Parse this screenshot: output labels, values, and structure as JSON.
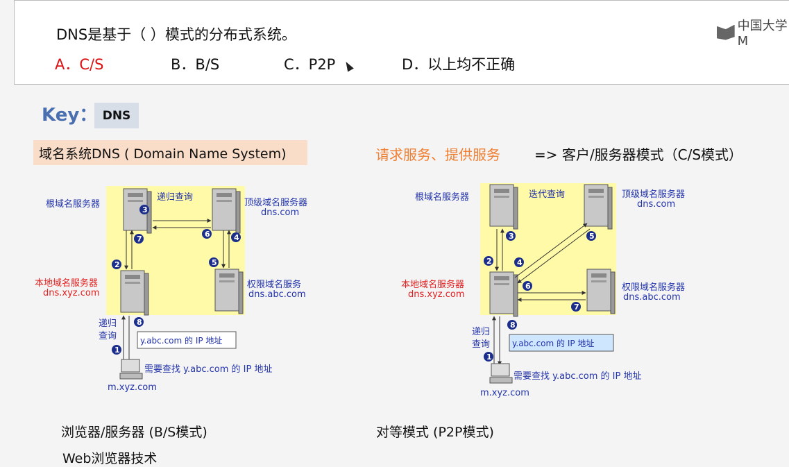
{
  "question": {
    "text": "DNS是基于（      ）模式的分布式系统。",
    "options": [
      {
        "label": "A．C/S",
        "correct": true
      },
      {
        "label": "B．B/S",
        "correct": false
      },
      {
        "label": "C．P2P",
        "correct": false
      },
      {
        "label": "D．以上均不正确",
        "correct": false
      }
    ]
  },
  "logo_text": "中国大学M",
  "key": {
    "label": "Key：",
    "value": "DNS"
  },
  "dns_title": "域名系统DNS ( Domain Name System)",
  "request": {
    "highlight": "请求服务、提供服务",
    "rest": "=> 客户/服务器模式（C/S模式）"
  },
  "bottom": {
    "bs": "浏览器/服务器 (B/S模式)",
    "web": "Web浏览器技术",
    "p2p": "对等模式 (P2P模式)"
  },
  "diagram_left": {
    "mode": "递归查询",
    "root": "根域名服务器",
    "tld": "顶级域名服务器",
    "tld_domain": "dns.com",
    "auth": "权限域名服务",
    "auth_domain": "dns.abc.com",
    "local": "本地域名服务器",
    "local_domain": "dns.xyz.com",
    "query_mode": "递归查询",
    "answer": "y.abc.com 的 IP 地址",
    "need": "需要查找 y.abc.com 的 IP 地址",
    "host": "m.xyz.com"
  },
  "diagram_right": {
    "mode": "迭代查询",
    "root": "根域名服务器",
    "tld": "顶级域名服务器",
    "tld_domain": "dns.com",
    "auth": "权限域名服务器",
    "auth_domain": "dns.abc.com",
    "local": "本地域名服务器",
    "local_domain": "dns.xyz.com",
    "query_mode": "递归查询",
    "answer": "y.abc.com 的 IP 地址",
    "need": "需要查找 y.abc.com 的 IP 地址",
    "host": "m.xyz.com"
  },
  "colors": {
    "correct": "#dd1111",
    "accent": "#ef7f32",
    "key": "#4a6fb0",
    "yellow": "#fffaa8",
    "blue_text": "#2233aa",
    "red_text": "#e02020"
  }
}
